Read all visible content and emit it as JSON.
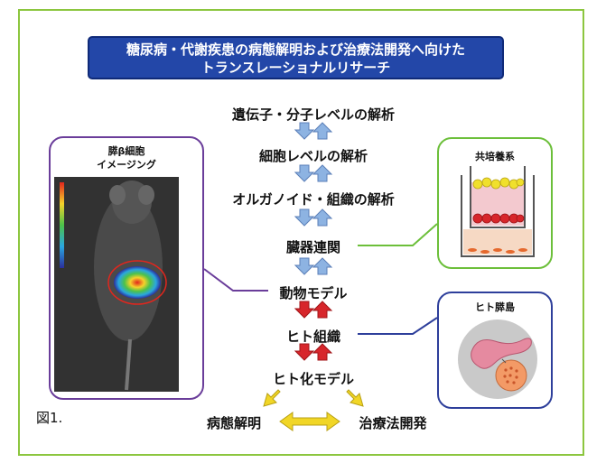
{
  "title": {
    "line1": "糖尿病・代謝疾患の病態解明および治療法開発へ向けた",
    "line2": "トランスレーショナルリサーチ"
  },
  "steps": [
    "遺伝子・分子レベルの解析",
    "細胞レベルの解析",
    "オルガノイド・組織の解析",
    "臓器連関",
    "動物モデル",
    "ヒト組織",
    "ヒト化モデル"
  ],
  "outcomes": {
    "left": "病態解明",
    "right": "治療法開発"
  },
  "panels": {
    "left_label_line1": "膵β細胞",
    "left_label_line2": "イメージング",
    "right_top_label": "共培養系",
    "right_bottom_label": "ヒト膵島"
  },
  "figure_label": "図1.",
  "colors": {
    "frame": "#8cc63f",
    "title_bg": "#2347a8",
    "blue_arrow": "#7ea6d8",
    "red_arrow": "#d7262b",
    "yellow_arrow": "#f1d626",
    "left_panel_border": "#6a3d9a",
    "right_top_border": "#6cbf3a",
    "right_bottom_border": "#2e3f9b"
  }
}
